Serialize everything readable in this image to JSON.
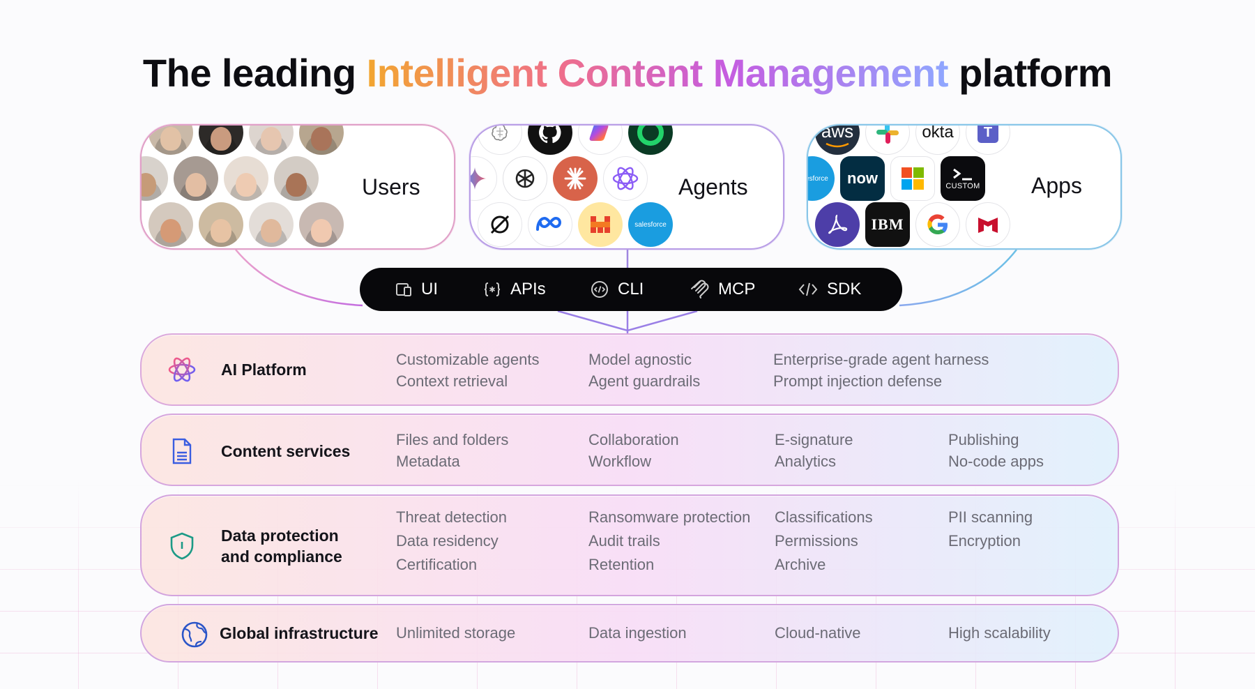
{
  "title": {
    "prefix": "The leading",
    "highlight": "Intelligent Content Management",
    "suffix": "platform"
  },
  "sources": {
    "users": {
      "label": "Users"
    },
    "agents": {
      "label": "Agents",
      "logo_names": [
        "sparkle-brain-icon",
        "github-icon",
        "copilot-icon",
        "ring-icon",
        "gemini-icon",
        "openai-icon",
        "claude-icon",
        "atom-icon",
        "xai-icon",
        "meta-icon",
        "mistral-icon",
        "salesforce-icon"
      ],
      "salesforce_text": "salesforce"
    },
    "apps": {
      "label": "Apps",
      "aws": "aws",
      "okta": "okta",
      "now": "now",
      "custom": "CUSTOM",
      "ibm": "IBM",
      "salesforce_text": "salesforce",
      "teams": "T"
    }
  },
  "interfaces": [
    {
      "label": "UI",
      "icon": "devices-icon"
    },
    {
      "label": "APIs",
      "icon": "braces-icon"
    },
    {
      "label": "CLI",
      "icon": "code-circle-icon"
    },
    {
      "label": "MCP",
      "icon": "mcp-icon"
    },
    {
      "label": "SDK",
      "icon": "code-brackets-icon"
    }
  ],
  "layers": [
    {
      "title": "AI Platform",
      "icon": "atom-icon",
      "columns": [
        [
          "Customizable agents",
          "Context retrieval"
        ],
        [
          "Model agnostic",
          "Agent guardrails"
        ],
        [
          "Enterprise-grade agent harness",
          "Prompt injection defense"
        ]
      ]
    },
    {
      "title": "Content services",
      "icon": "document-icon",
      "columns": [
        [
          "Files and folders",
          "Metadata"
        ],
        [
          "Collaboration",
          "Workflow"
        ],
        [
          "E-signature",
          "Analytics"
        ],
        [
          "Publishing",
          "No-code apps"
        ]
      ]
    },
    {
      "title_line1": "Data protection",
      "title_line2": "and compliance",
      "icon": "shield-icon",
      "columns": [
        [
          "Threat detection",
          "Data residency",
          "Certification"
        ],
        [
          "Ransomware protection",
          "Audit trails",
          "Retention"
        ],
        [
          "Classifications",
          "Permissions",
          "Archive"
        ],
        [
          "PII scanning",
          "Encryption"
        ]
      ]
    },
    {
      "title": "Global infrastructure",
      "icon": "globe-icon",
      "columns": [
        [
          "Unlimited storage"
        ],
        [
          "Data ingestion"
        ],
        [
          "Cloud-native"
        ],
        [
          "High scalability"
        ]
      ]
    }
  ],
  "colors": {
    "gradient": [
      "#f2a630",
      "#ef6f8a",
      "#c55ce0",
      "#8fa7ff"
    ],
    "users_border": "#e0a0c8",
    "agents_border": "#b99ee6",
    "apps_border": "#89c6e8",
    "bar_bg": "#08080b"
  }
}
